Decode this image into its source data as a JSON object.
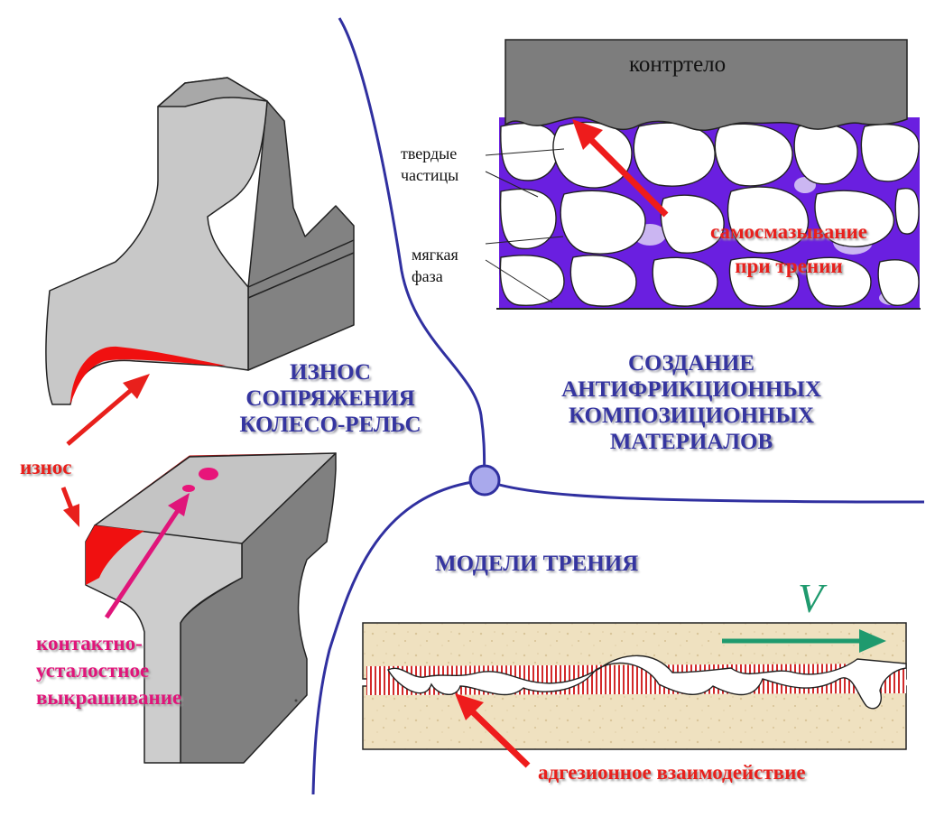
{
  "sections": {
    "wear": {
      "title_lines": [
        "ИЗНОС",
        "СОПРЯЖЕНИЯ",
        "КОЛЕСО-РЕЛЬС"
      ]
    },
    "composites": {
      "title_lines": [
        "СОЗДАНИЕ",
        "АНТИФРИКЦИОННЫХ",
        "КОМПОЗИЦИОННЫХ",
        "МАТЕРИАЛОВ"
      ]
    },
    "friction_models": {
      "title": "МОДЕЛИ ТРЕНИЯ"
    }
  },
  "labels": {
    "wear": "износ",
    "contact_fatigue_lines": [
      "контактно-",
      "усталостное",
      "выкрашивание"
    ],
    "counterbody": "контртело",
    "hard_particles_lines": [
      "твердые",
      "частицы"
    ],
    "soft_phase_lines": [
      "мягкая",
      "фаза"
    ],
    "self_lubrication_lines": [
      "самосмазывание",
      "при трении"
    ],
    "velocity": "V",
    "adhesion": "адгезионное взаимодействие"
  },
  "colors": {
    "blue_title": "#3535a0",
    "divider": "#3030a0",
    "red": "#e8201c",
    "pink": "#e0157a",
    "soft_phase": "#6a1fe0",
    "counterbody": "#7d7d7d",
    "sand": "#efe1c0",
    "arrow_green": "#1f9a6e"
  }
}
